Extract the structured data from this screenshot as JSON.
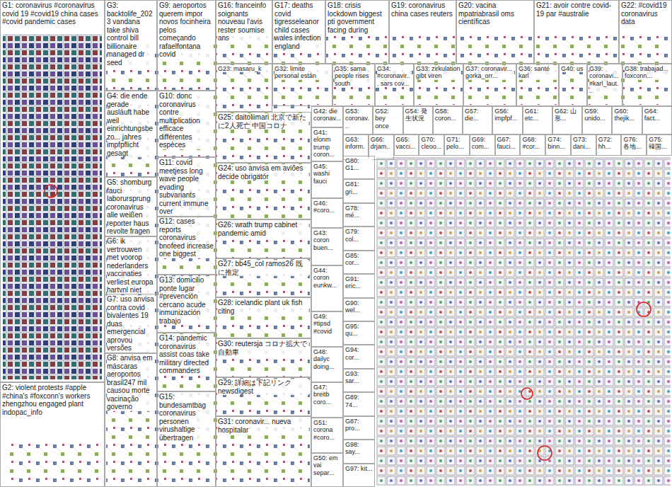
{
  "diagram": {
    "nodes": [
      {
        "text": [
          "G1: coronavirus #coronavirus covid 19 #covid19 china cases #covid pandemic cases"
        ]
      },
      {
        "text": [
          "G2: violent protests #apple #china's #foxconn's workers zhengzhou engaged plant indopac_info"
        ]
      },
      {
        "text": [
          "G3: backtolife_2023 vandana take shiva control bill billionaire managed dr seed"
        ]
      },
      {
        "text": [
          "G4: die ende gerade ausläuft habe weil einrichtungsbezo... jahres impfpflicht gesagt"
        ]
      },
      {
        "text": [
          "G5: shomburg fauci laborursprung coronavirus alle weißen reporter haus revolte fragen"
        ]
      },
      {
        "text": [
          "G6: ik vertrouwen met voorop nederlanders vaccinaties verliest europa hartvnl niet"
        ]
      },
      {
        "text": [
          "G7: uso anvisa contra covid bivalentes 19 duas emergencial aprovou versões"
        ]
      },
      {
        "text": [
          "G8: anvisa em máscaras aeroportos brasil247 mil causou morte vacinação governo"
        ]
      },
      {
        "text": [
          "G9: aeroportos querem impor novos focinheira pelos começando rafaelfontana covid"
        ]
      },
      {
        "text": [
          "G10: donc coronavirus contre multiplication efficace différentes espèces"
        ]
      },
      {
        "text": [
          "G11: covid meetjess long wave people evading subvariants current immune over"
        ]
      },
      {
        "text": [
          "G12: cases reports coronavirus bnofeed increase one biggest"
        ]
      },
      {
        "text": [
          "G13: domicilio ponte lugar #prevención cercano acude inmunización trabajo"
        ]
      },
      {
        "text": [
          "G14: pandemic coronavirus assist coas take military directed commanders"
        ]
      },
      {
        "text": [
          "G15: bundesamtbag coronavirus personen virushaltige übertragen"
        ]
      },
      {
        "text": [
          "G16: franceinfo soignants nouveau l'avis rester soumise ans"
        ]
      },
      {
        "text": [
          "G17: deaths covid tigresseleanor child cases wales infection england"
        ]
      },
      {
        "text": [
          "G18: crisis lockdown biggest pti government facing during"
        ]
      },
      {
        "text": [
          "G19: coronavirus china cases reuters"
        ]
      },
      {
        "text": [
          "G20: vacina mpatriabrasil oms científicas"
        ]
      },
      {
        "text": [
          "G21: avoir contre covid-19 par #australie"
        ]
      },
      {
        "text": [
          "G22: #covid19 coronavirus data"
        ]
      },
      {
        "text": [
          "G23: masaru_k"
        ]
      },
      {
        "text": [
          "G32: limite personal están"
        ]
      },
      {
        "text": [
          "G35: sama people rises south"
        ]
      },
      {
        "text": [
          "G34: #coronavir... sars cov..."
        ]
      },
      {
        "text": [
          "G33: zirkulation gibt viren"
        ]
      },
      {
        "text": [
          "G37: coronavir... gorka_orr..."
        ]
      },
      {
        "text": [
          "G36: santé karl"
        ]
      },
      {
        "text": [
          "G40: us"
        ]
      },
      {
        "text": [
          "G39: coronavi... #karl_laut..."
        ]
      },
      {
        "text": [
          "G38: trabajad... foxconn..."
        ]
      },
      {
        "text": [
          "G25: daitoliimari 北京で新たに2人死亡 中国コロナ"
        ]
      },
      {
        "text": [
          "G24: uso anvisa em aviões decide obrigatór"
        ]
      },
      {
        "text": [
          "G26: wrath trump cabinet pandemic amid"
        ]
      },
      {
        "text": [
          "G27: bb45_col ramos26 既に推定"
        ]
      },
      {
        "text": [
          "G28: icelandic plant uk fish citing"
        ]
      },
      {
        "text": [
          "G30: reutersja コロナ拡大で自動車"
        ]
      },
      {
        "text": [
          "G29: 詳細は下記リンク newsdigest"
        ]
      },
      {
        "text": [
          "G31: coronavir... nueva hospitalar"
        ]
      },
      {
        "text": [
          "G42: die coronav..."
        ]
      },
      {
        "text": [
          "G41: elonm trump coron..."
        ]
      },
      {
        "text": [
          "G45: washi fauci"
        ]
      },
      {
        "text": [
          "G46: #coro..."
        ]
      },
      {
        "text": [
          "G43: coron buen..."
        ]
      },
      {
        "text": [
          "G44: coron eunkw..."
        ]
      },
      {
        "text": [
          "G49: #tipsd #covid"
        ]
      },
      {
        "text": [
          "G48: dailyc doing..."
        ]
      },
      {
        "text": [
          "G47: breitb coro..."
        ]
      },
      {
        "text": [
          "G51: corona #coro..."
        ]
      },
      {
        "text": [
          "G50: em vai separ..."
        ]
      },
      {
        "text": [
          "G53: coronav..."
        ]
      },
      {
        "text": [
          "G52: bey once"
        ]
      },
      {
        "text": [
          "G54: 発生状況"
        ]
      },
      {
        "text": [
          "G58: coron..."
        ]
      },
      {
        "text": [
          "G57: die..."
        ]
      },
      {
        "text": [
          "G56: impfpf..."
        ]
      },
      {
        "text": [
          "G61: etc..."
        ]
      },
      {
        "text": [
          "G62: 山形..."
        ]
      },
      {
        "text": [
          "G59: unido..."
        ]
      },
      {
        "text": [
          "G60: thejik..."
        ]
      },
      {
        "text": [
          "G64: fact..."
        ]
      },
      {
        "text": [
          "G63: inform..."
        ]
      },
      {
        "text": [
          "G66: drjam..."
        ]
      },
      {
        "text": [
          "G65: vacci..."
        ]
      },
      {
        "text": [
          "G70: cleoo..."
        ]
      },
      {
        "text": [
          "G71: pelo..."
        ]
      },
      {
        "text": [
          "G69: com..."
        ]
      },
      {
        "text": [
          "G67: fauci..."
        ]
      },
      {
        "text": [
          "G68: #cor..."
        ]
      },
      {
        "text": [
          "G74: binn..."
        ]
      },
      {
        "text": [
          "G73: dani..."
        ]
      },
      {
        "text": [
          "G72: hh..."
        ]
      },
      {
        "text": [
          "G76: 各地..."
        ]
      },
      {
        "text": [
          "G75: 韓国..."
        ]
      },
      {
        "text": [
          "G80: G1..."
        ]
      },
      {
        "text": [
          "G81: gri..."
        ]
      },
      {
        "text": [
          "G78: mé..."
        ]
      },
      {
        "text": [
          "G79: col..."
        ]
      },
      {
        "text": [
          "G85: cor..."
        ]
      },
      {
        "text": [
          "G91: eric..."
        ]
      },
      {
        "text": [
          "G90: wel..."
        ]
      },
      {
        "text": [
          "G95: qu..."
        ]
      },
      {
        "text": [
          "G94: cor..."
        ]
      },
      {
        "text": [
          "G93: sar..."
        ]
      },
      {
        "text": [
          "G89: 74..."
        ]
      },
      {
        "text": [
          "G87: pro..."
        ]
      },
      {
        "text": [
          "G98: say..."
        ]
      },
      {
        "text": [
          "G97: kit..."
        ]
      }
    ]
  }
}
